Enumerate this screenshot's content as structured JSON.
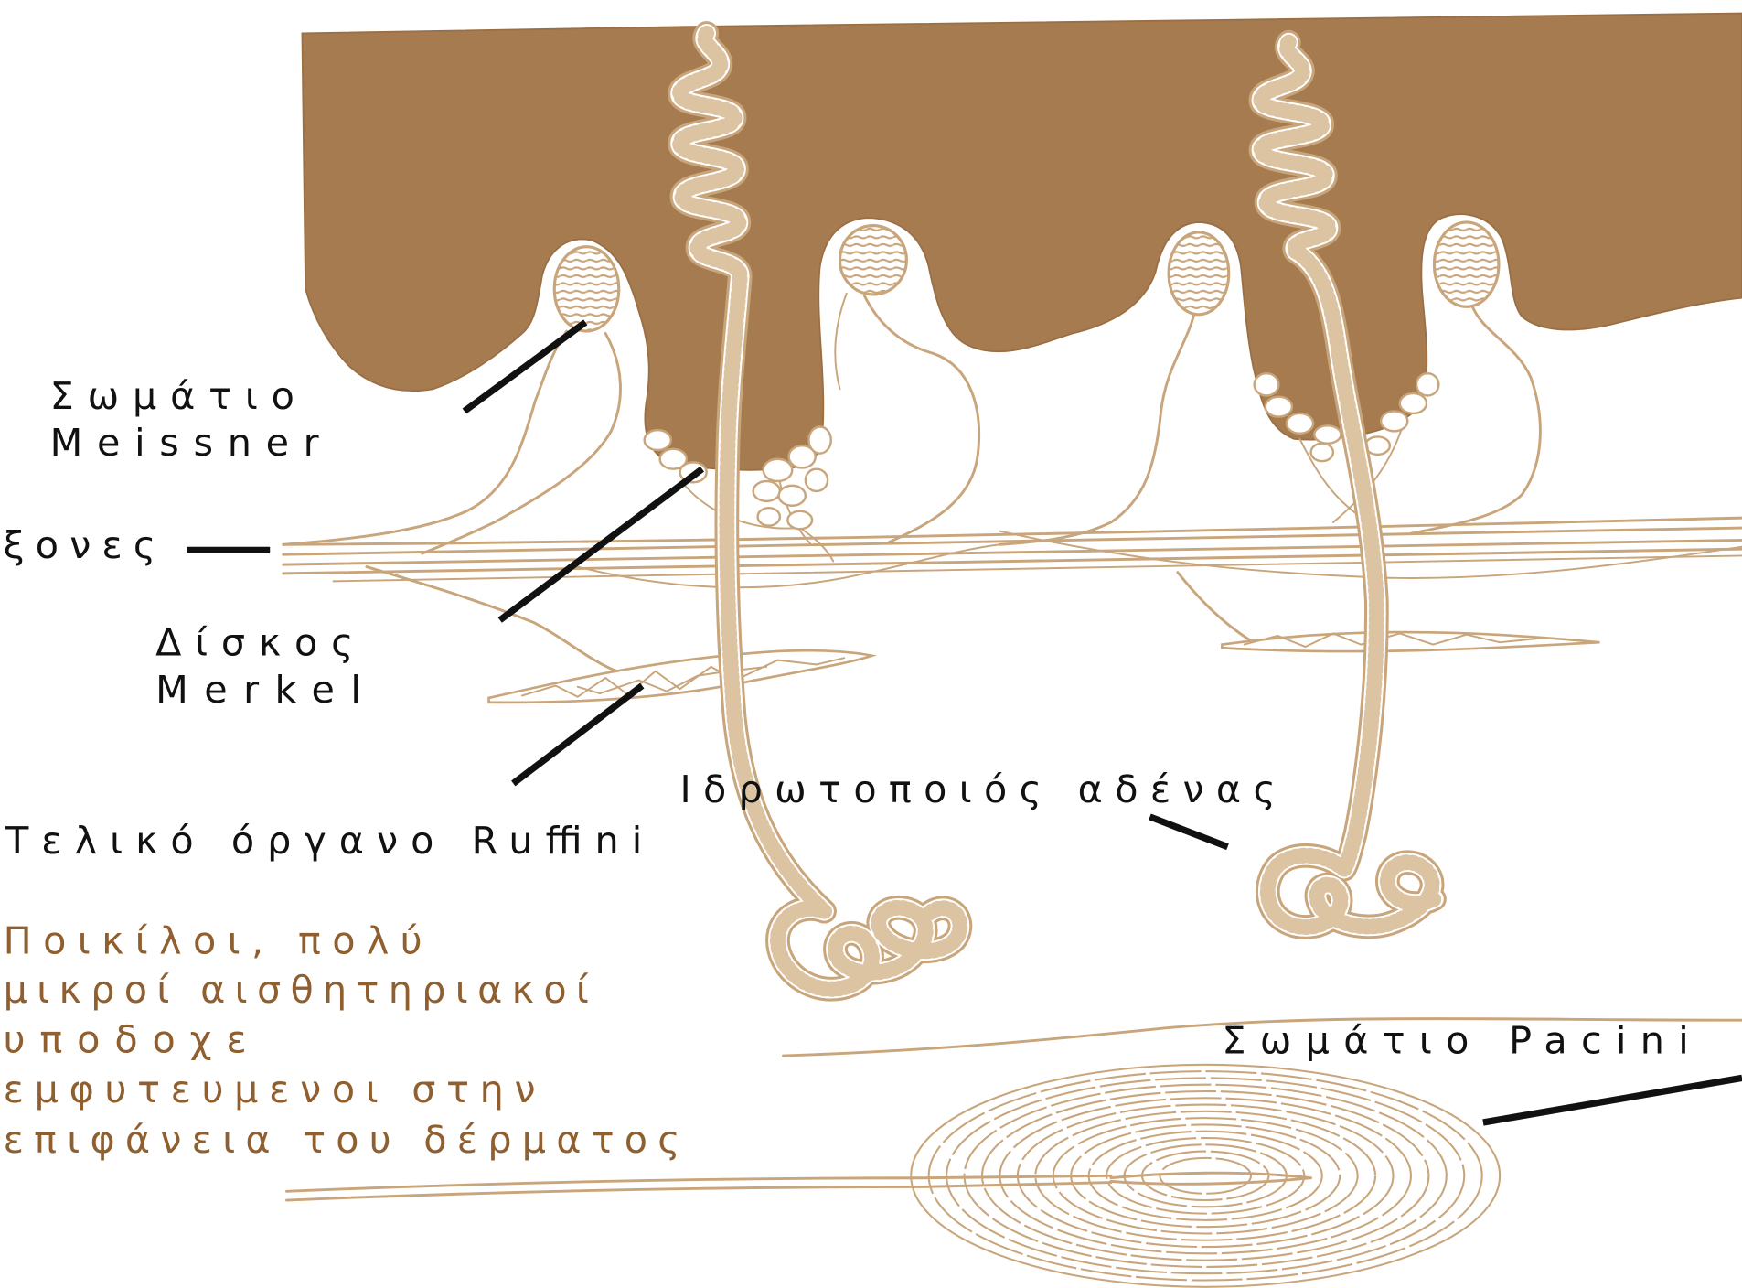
{
  "labels": {
    "meissner_line1": "Σωμάτιο",
    "meissner_line2": "Meissner",
    "axons": "ξονες",
    "merkel_line1": "Δίσκος",
    "merkel_line2": "Merkel",
    "ruffini": "Τελικό όργανο Ruffini",
    "sweat_gland": "Ιδρωτοποιός αδένας",
    "pacini": "Σωμάτιο Pacini"
  },
  "note": {
    "lines": [
      "Ποικίλοι, πολύ",
      "μικροί αισθητηριακοί",
      "υποδοχε",
      "εμφυτευμενοι στην",
      "επιφάνεια του δέρματος"
    ]
  },
  "colors": {
    "epidermis": "#a67b4f",
    "nerve": "#c9a57b",
    "note_text": "#8f5f30",
    "label_text": "#111111"
  }
}
